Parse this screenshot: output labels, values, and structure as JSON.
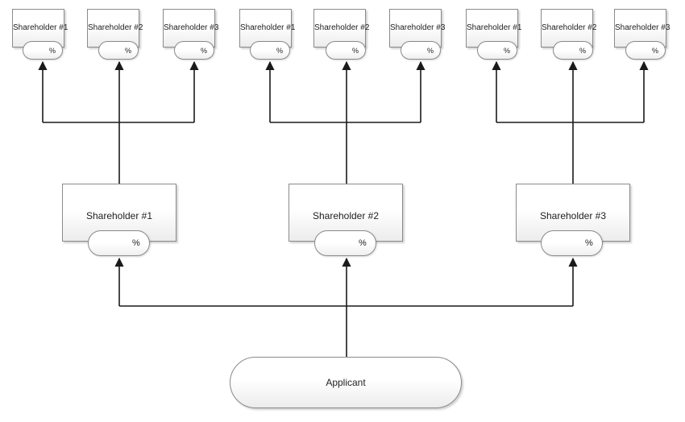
{
  "applicant": {
    "label": "Applicant"
  },
  "groups": [
    {
      "label": "Shareholder #1",
      "percent": "%",
      "children": [
        {
          "label": "Shareholder #1",
          "percent": "%"
        },
        {
          "label": "Shareholder #2",
          "percent": "%"
        },
        {
          "label": "Shareholder #3",
          "percent": "%"
        }
      ]
    },
    {
      "label": "Shareholder #2",
      "percent": "%",
      "children": [
        {
          "label": "Shareholder #1",
          "percent": "%"
        },
        {
          "label": "Shareholder #2",
          "percent": "%"
        },
        {
          "label": "Shareholder #3",
          "percent": "%"
        }
      ]
    },
    {
      "label": "Shareholder #3",
      "percent": "%",
      "children": [
        {
          "label": "Shareholder #1",
          "percent": "%"
        },
        {
          "label": "Shareholder #2",
          "percent": "%"
        },
        {
          "label": "Shareholder #3",
          "percent": "%"
        }
      ]
    }
  ],
  "colors": {
    "line": "#1a1a1a",
    "border": "#8a8a8a"
  }
}
